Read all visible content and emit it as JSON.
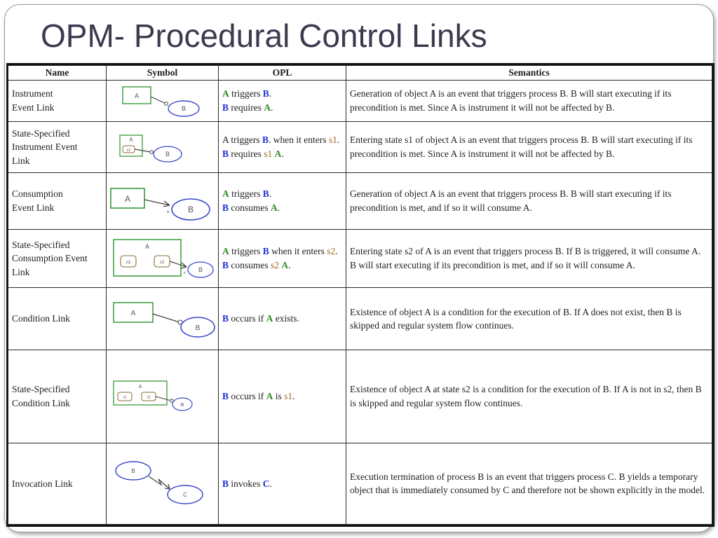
{
  "slide": {
    "title": "OPM- Procedural Control Links"
  },
  "table": {
    "headers": {
      "name": "Name",
      "symbol": "Symbol",
      "opl": "OPL",
      "semantics": "Semantics"
    },
    "rows": [
      {
        "name_lines": [
          "Instrument",
          "Event Link"
        ],
        "opl": [
          [
            {
              "t": "A",
              "s": "green"
            },
            {
              "t": " triggers ",
              "s": ""
            },
            {
              "t": "B",
              "s": "blue"
            },
            {
              "t": ".",
              "s": ""
            }
          ],
          [
            {
              "t": "B",
              "s": "blue"
            },
            {
              "t": " requires ",
              "s": ""
            },
            {
              "t": "A",
              "s": "green"
            },
            {
              "t": ".",
              "s": ""
            }
          ]
        ],
        "semantics": "Generation of object A is an event that triggers process B. B will start executing if its precondition is met. Since A is instrument it will not be affected by B.",
        "symbol": {
          "object": "A",
          "process": "B",
          "states": []
        }
      },
      {
        "name_lines": [
          "State-Specified",
          "Instrument Event",
          "Link"
        ],
        "opl": [
          [
            {
              "t": "A triggers ",
              "s": ""
            },
            {
              "t": "B",
              "s": "blue"
            },
            {
              "t": ". when it enters ",
              "s": ""
            },
            {
              "t": "s1",
              "s": "brown"
            },
            {
              "t": ".",
              "s": ""
            }
          ],
          [
            {
              "t": "B",
              "s": "blue"
            },
            {
              "t": " requires ",
              "s": ""
            },
            {
              "t": "s1",
              "s": "brown"
            },
            {
              "t": " ",
              "s": ""
            },
            {
              "t": "A",
              "s": "green"
            },
            {
              "t": ".",
              "s": ""
            }
          ]
        ],
        "semantics": "Entering state s1 of object A is an event that triggers process B. B will start executing if its precondition is met. Since A is instrument it will not be affected by B.",
        "symbol": {
          "object": "A",
          "process": "B",
          "states": [
            "s1"
          ]
        }
      },
      {
        "name_lines": [
          "Consumption",
          "Event Link"
        ],
        "opl": [
          [
            {
              "t": "A",
              "s": "green"
            },
            {
              "t": " triggers ",
              "s": ""
            },
            {
              "t": "B",
              "s": "blue"
            },
            {
              "t": ".",
              "s": ""
            }
          ],
          [
            {
              "t": "B",
              "s": "blue"
            },
            {
              "t": " consumes ",
              "s": ""
            },
            {
              "t": "A",
              "s": "green"
            },
            {
              "t": ".",
              "s": ""
            }
          ]
        ],
        "semantics": "Generation of object A is an event that triggers process B. B will start executing if its precondition is met, and if so it will consume A.",
        "symbol": {
          "object": "A",
          "process": "B",
          "states": []
        }
      },
      {
        "name_lines": [
          "State-Specified",
          "Consumption Event",
          "Link"
        ],
        "opl": [
          [
            {
              "t": "A",
              "s": "green"
            },
            {
              "t": " triggers ",
              "s": ""
            },
            {
              "t": "B",
              "s": "blue"
            },
            {
              "t": " when it enters ",
              "s": ""
            },
            {
              "t": "s2",
              "s": "brown"
            },
            {
              "t": ".",
              "s": ""
            }
          ],
          [
            {
              "t": "B",
              "s": "blue"
            },
            {
              "t": " consumes ",
              "s": ""
            },
            {
              "t": "s2",
              "s": "brown"
            },
            {
              "t": " ",
              "s": ""
            },
            {
              "t": "A",
              "s": "green"
            },
            {
              "t": ".",
              "s": ""
            }
          ]
        ],
        "semantics": "Entering state s2 of A is an event that triggers process B. If B is triggered, it will consume A. B will start executing if its precondition is met, and if so it will consume A.",
        "symbol": {
          "object": "A",
          "process": "B",
          "states": [
            "s1",
            "s2"
          ]
        }
      },
      {
        "name_lines": [
          "Condition Link"
        ],
        "opl": [
          [
            {
              "t": "B",
              "s": "blue"
            },
            {
              "t": " occurs if ",
              "s": ""
            },
            {
              "t": "A",
              "s": "green"
            },
            {
              "t": " exists.",
              "s": ""
            }
          ]
        ],
        "semantics": "Existence of object A is a condition for the execution of B. If A does not exist, then B is skipped and regular system flow continues.",
        "symbol": {
          "object": "A",
          "process": "B",
          "states": []
        }
      },
      {
        "name_lines": [
          "State-Specified",
          "Condition Link"
        ],
        "opl": [
          [
            {
              "t": "B",
              "s": "blue"
            },
            {
              "t": " occurs if ",
              "s": ""
            },
            {
              "t": "A",
              "s": "green"
            },
            {
              "t": " is ",
              "s": ""
            },
            {
              "t": "s1",
              "s": "brown"
            },
            {
              "t": ".",
              "s": ""
            }
          ]
        ],
        "semantics": "Existence of object A at state s2 is a condition for the execution of B. If A is not in s2, then B is skipped and regular system flow continues.",
        "symbol": {
          "object": "A",
          "process": "B",
          "states": [
            "s1",
            "s2"
          ]
        }
      },
      {
        "name_lines": [
          "Invocation Link"
        ],
        "opl": [
          [
            {
              "t": "B",
              "s": "blue"
            },
            {
              "t": " invokes ",
              "s": ""
            },
            {
              "t": "C",
              "s": "blue"
            },
            {
              "t": ".",
              "s": ""
            }
          ]
        ],
        "semantics": "Execution termination of process B is an event that triggers process C. B yields a temporary object that is immediately consumed by C and therefore not  be shown explicitly in the model.",
        "symbol": {
          "process": "B",
          "target": "C"
        }
      }
    ]
  },
  "colors": {
    "object_border": "#3a9a3a",
    "process_border": "#3a48c8",
    "state_border": "#8a6a30",
    "opl_blue": "#1f2fd6",
    "opl_green": "#2e8a21",
    "opl_brown": "#a0681c",
    "title": "#3b3b4f"
  }
}
